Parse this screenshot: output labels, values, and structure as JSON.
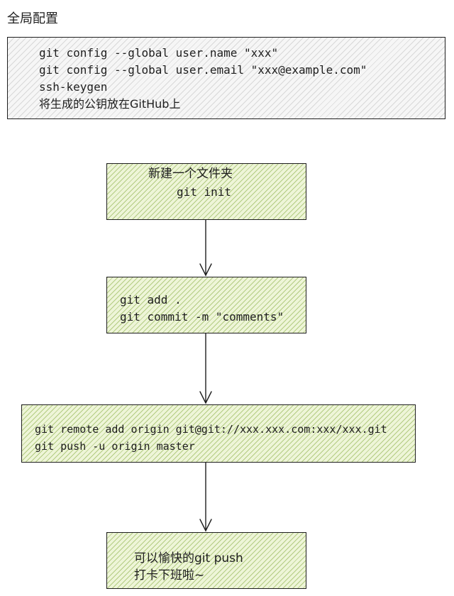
{
  "title": "全局配置",
  "config": {
    "lines": [
      "git config --global user.name \"xxx\"",
      "git config --global user.email \"xxx@example.com\"",
      "ssh-keygen",
      "将生成的公钥放在GitHub上"
    ]
  },
  "steps": [
    {
      "lines": [
        "新建一个文件夹",
        "git init"
      ]
    },
    {
      "lines": [
        "git add .",
        "git commit -m \"comments\""
      ]
    },
    {
      "lines": [
        "git remote add origin git@git://xxx.xxx.com:xxx/xxx.git",
        "git push -u origin master"
      ]
    },
    {
      "lines": [
        "可以愉快的git push",
        "打卡下班啦~"
      ]
    }
  ],
  "colors": {
    "config_fill": "#f6f6f6",
    "step_fill": "#eef5d8",
    "hatch_green": "#82aa3c",
    "stroke": "#1e1e1e"
  }
}
